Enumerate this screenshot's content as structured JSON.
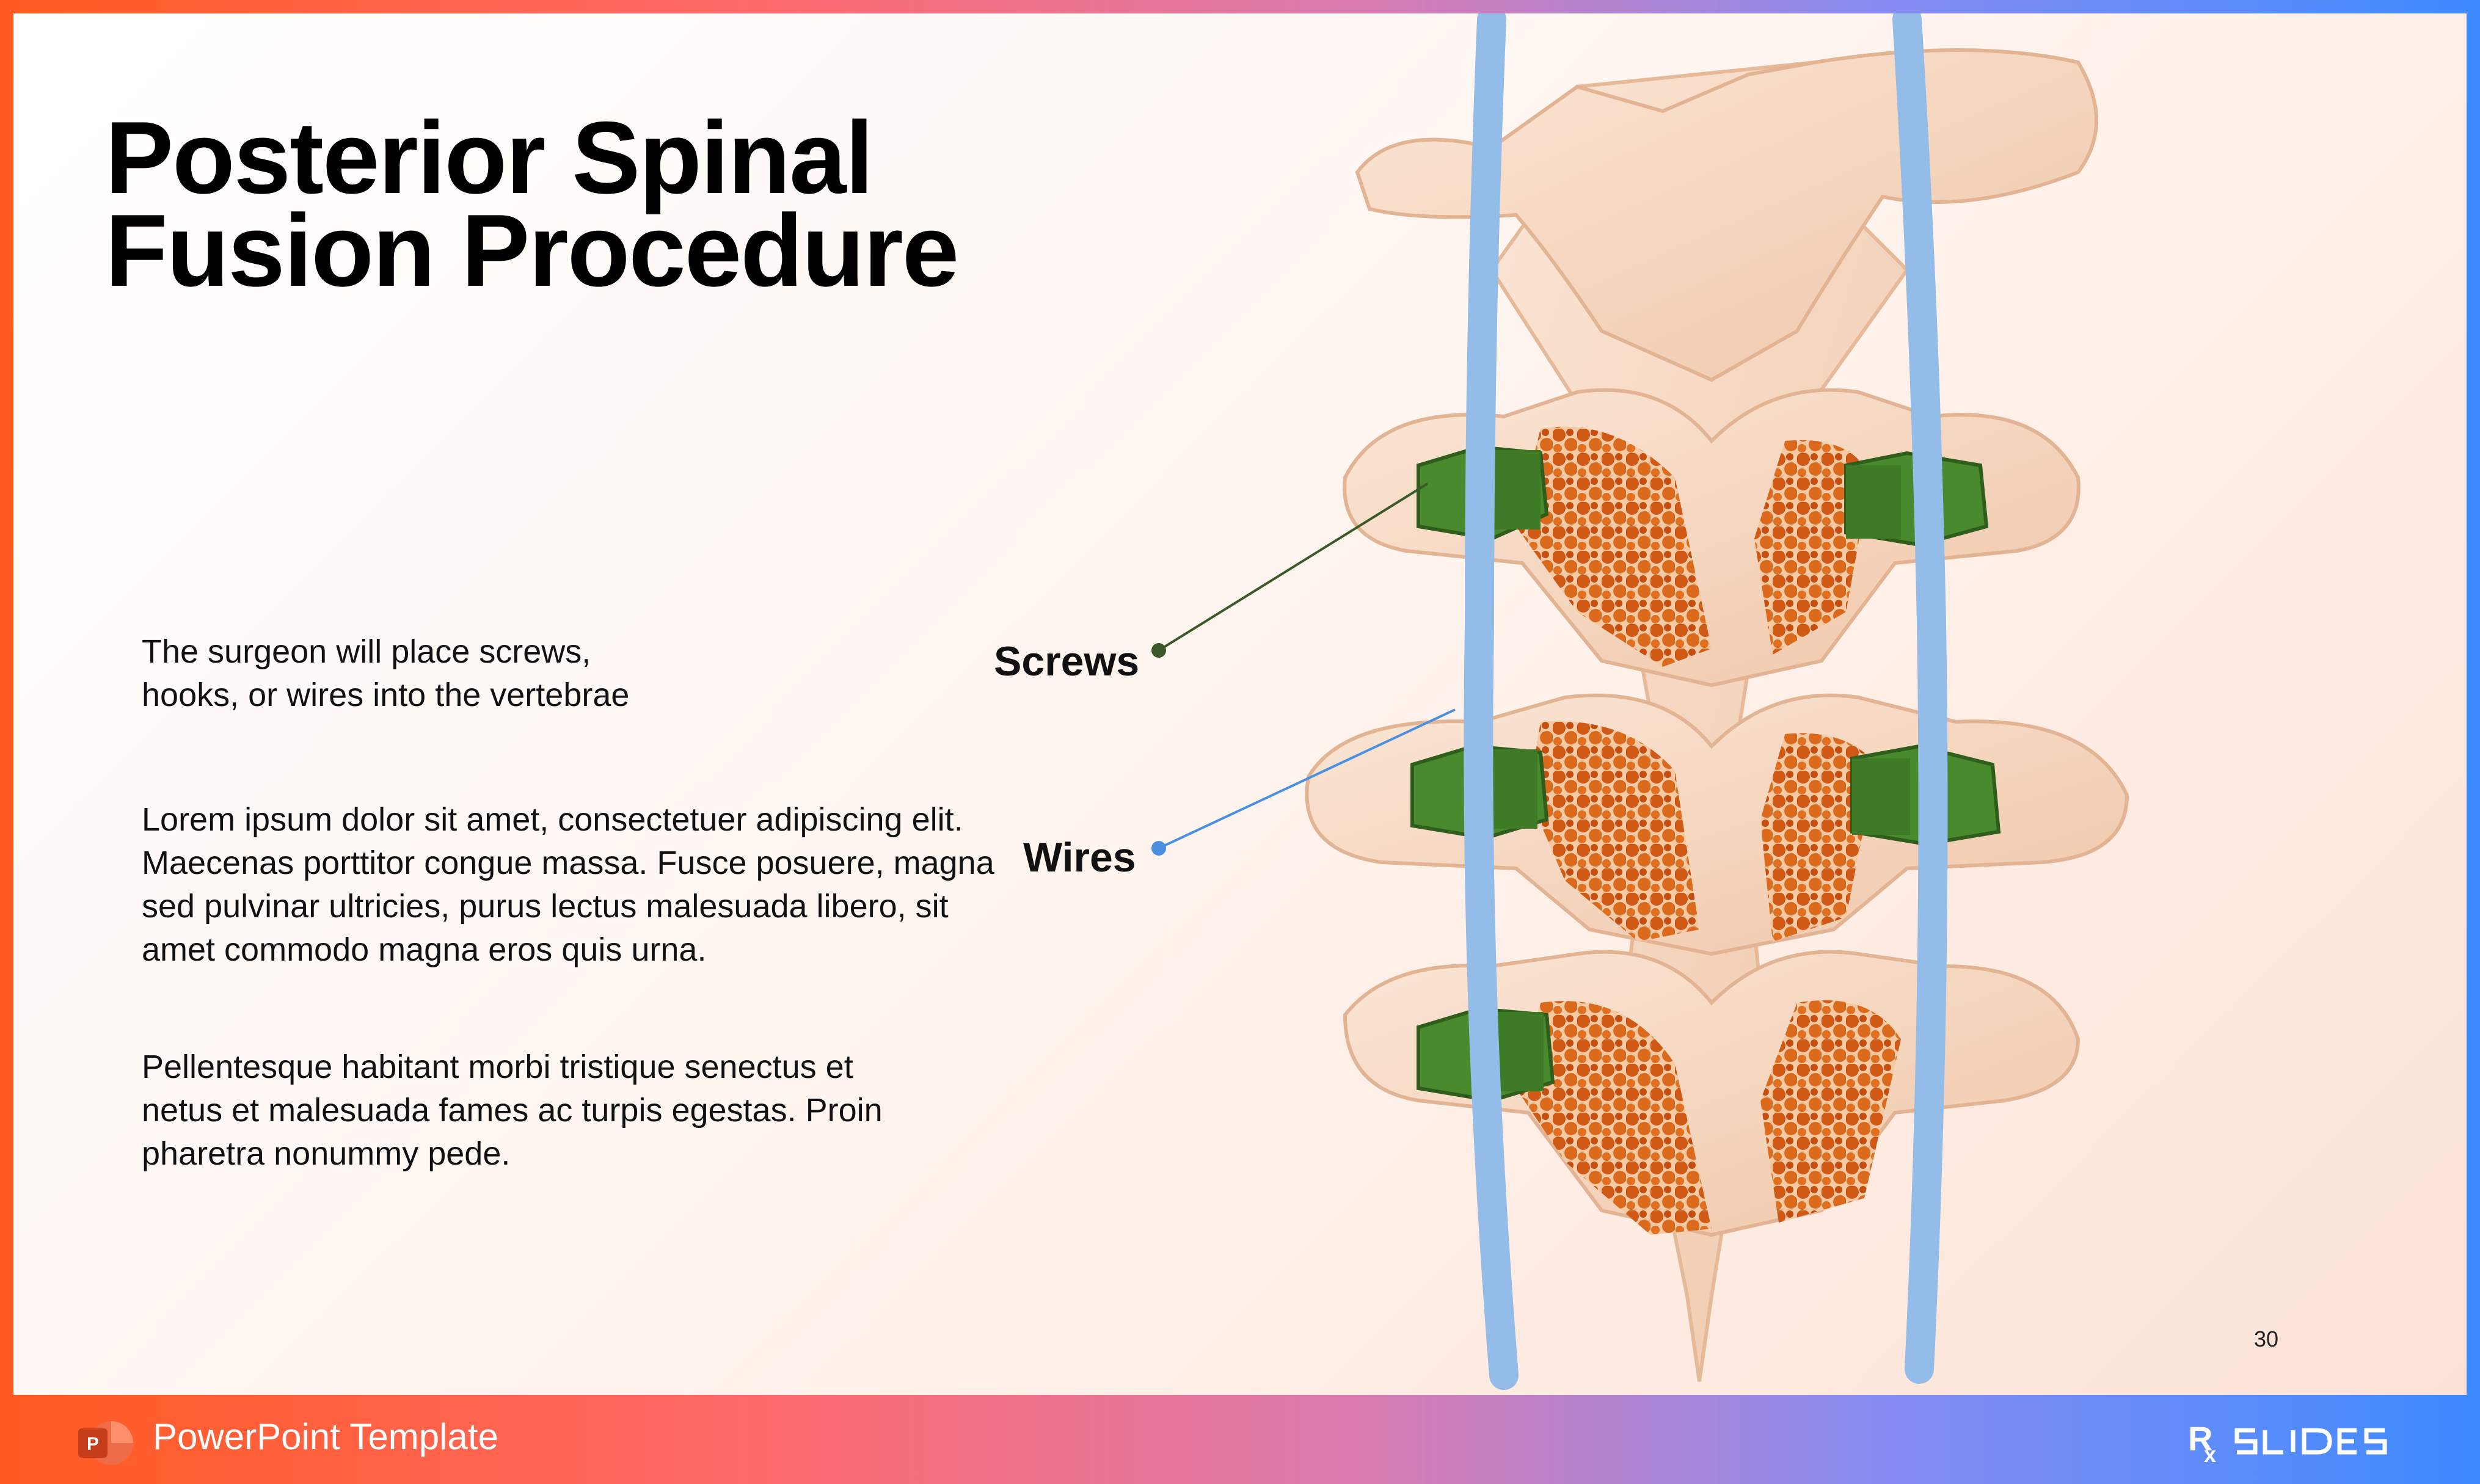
{
  "slide": {
    "title_line1": "Posterior Spinal",
    "title_line2": "Fusion Procedure",
    "intro": "The surgeon will place screws, hooks, or wires into the vertebrae",
    "paragraph1": "Lorem ipsum dolor sit amet, consectetuer adipiscing elit. Maecenas porttitor congue massa. Fusce posuere, magna sed pulvinar ultricies, purus lectus malesuada libero, sit amet commodo magna eros quis urna.",
    "paragraph2": "Pellentesque habitant morbi tristique senectus et netus et malesuada fames ac turpis egestas. Proin pharetra nonummy pede.",
    "page_number": "30"
  },
  "diagram": {
    "callouts": [
      {
        "label": "Screws",
        "color": "#3a5a2a"
      },
      {
        "label": "Wires",
        "color": "#4a90e2"
      }
    ],
    "colors": {
      "bone": "#f8dcc6",
      "bone_shadow": "#e8b896",
      "graft": "#d8601a",
      "screw": "#4a8a2e",
      "wire": "#93bde8"
    }
  },
  "footer": {
    "template_label": "PowerPoint Template",
    "app_icon": "powerpoint-icon",
    "brand_icon": "rx-slides-logo"
  }
}
